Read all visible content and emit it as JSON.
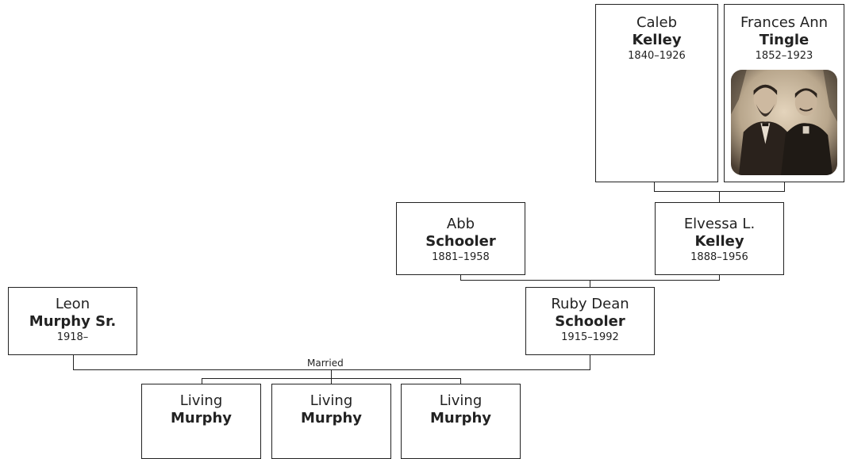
{
  "people": {
    "caleb": {
      "given": "Caleb",
      "surname": "Kelley",
      "dates": "1840–1926"
    },
    "frances": {
      "given": "Frances Ann",
      "surname": "Tingle",
      "dates": "1852–1923"
    },
    "abb": {
      "given": "Abb",
      "surname": "Schooler",
      "dates": "1881–1958"
    },
    "elvessa": {
      "given": "Elvessa L.",
      "surname": "Kelley",
      "dates": "1888–1956"
    },
    "leon": {
      "given": "Leon",
      "surname": "Murphy Sr.",
      "dates": "1918–"
    },
    "ruby": {
      "given": "Ruby Dean",
      "surname": "Schooler",
      "dates": "1915–1992"
    },
    "children": [
      {
        "given": "Living",
        "surname": "Murphy"
      },
      {
        "given": "Living",
        "surname": "Murphy"
      },
      {
        "given": "Living",
        "surname": "Murphy"
      }
    ]
  },
  "relationship": {
    "married_label": "Married"
  }
}
